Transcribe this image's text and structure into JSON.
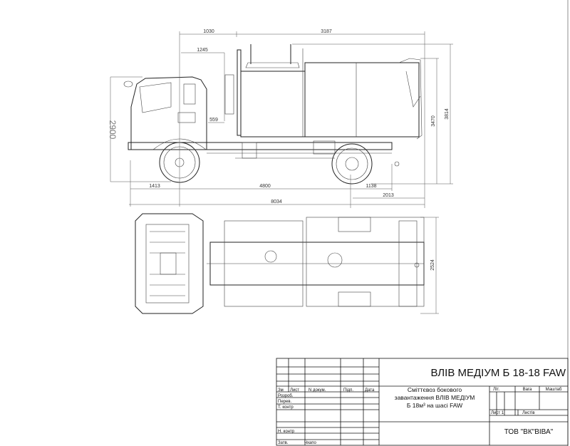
{
  "dimensions": {
    "cab_to_body": "1030",
    "body_length": "3187",
    "cab_length": "1245",
    "gap": "559",
    "cab_height": "2900",
    "body_height": "3470",
    "overall_height": "3814",
    "front_overhang": "1413",
    "wheelbase": "4800",
    "rear_overhang": "1138",
    "rear_axle_to_end": "2013",
    "overall_length": "8034",
    "overall_width": "2524"
  },
  "title_block": {
    "title": "ВЛІВ МЕДІУМ Б 18-18 FAW",
    "description_lines": [
      "Сміттєвоз бокового",
      "завантаження ВЛІВ  МЕДІУМ",
      "Б 18м³ на шасі FAW"
    ],
    "columns": [
      "Зм",
      "Лист",
      "N докум.",
      "Підп.",
      "Дата"
    ],
    "rows": [
      "Розроб.",
      "Перев.",
      "Т. контр",
      "Н. контр",
      "Затв."
    ],
    "approver": "Чхапо",
    "lit_label": "Літ.",
    "weight_label": "Вага",
    "scale_label": "Маштаб",
    "sheet_label": "Лист 1",
    "sheets_label": "Листів",
    "company": "ТОВ \"ВК\"ВІВА\""
  }
}
